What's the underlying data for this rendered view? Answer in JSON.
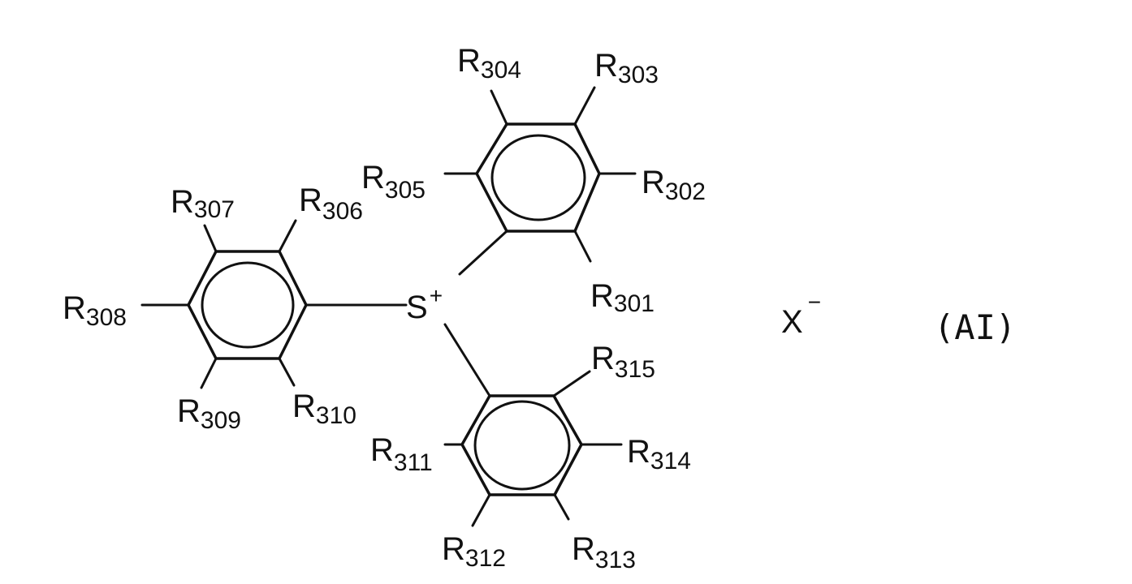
{
  "figure": {
    "formula_label": "(AI)",
    "sulfonium": {
      "symbol": "S",
      "charge": "+"
    },
    "anion": {
      "symbol": "X",
      "charge": "−"
    },
    "substituents": {
      "r301": {
        "letter": "R",
        "sub": "301"
      },
      "r302": {
        "letter": "R",
        "sub": "302"
      },
      "r303": {
        "letter": "R",
        "sub": "303"
      },
      "r304": {
        "letter": "R",
        "sub": "304"
      },
      "r305": {
        "letter": "R",
        "sub": "305"
      },
      "r306": {
        "letter": "R",
        "sub": "306"
      },
      "r307": {
        "letter": "R",
        "sub": "307"
      },
      "r308": {
        "letter": "R",
        "sub": "308"
      },
      "r309": {
        "letter": "R",
        "sub": "309"
      },
      "r310": {
        "letter": "R",
        "sub": "310"
      },
      "r311": {
        "letter": "R",
        "sub": "311"
      },
      "r312": {
        "letter": "R",
        "sub": "312"
      },
      "r313": {
        "letter": "R",
        "sub": "313"
      },
      "r314": {
        "letter": "R",
        "sub": "314"
      },
      "r315": {
        "letter": "R",
        "sub": "315"
      }
    }
  }
}
